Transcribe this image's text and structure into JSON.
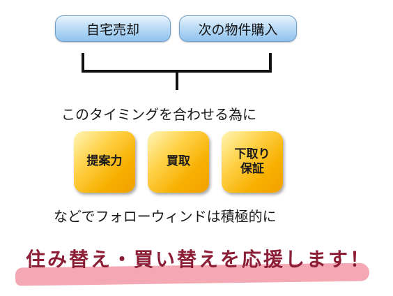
{
  "top_options": {
    "left": "自宅売却",
    "right": "次の物件購入"
  },
  "timing_text": "このタイミングを合わせる為に",
  "services": [
    {
      "label": "提案力"
    },
    {
      "label": "買取"
    },
    {
      "label": "下取り\n保証"
    }
  ],
  "follow_text": "などでフォローウィンドは積極的に",
  "slogan": "住み替え・買い替えを応援します！",
  "colors": {
    "pill_blue": "#bcdcf6",
    "service_orange": "#f7b000",
    "slogan_text": "#8c1e36",
    "slogan_highlight": "#f3a8b3"
  }
}
